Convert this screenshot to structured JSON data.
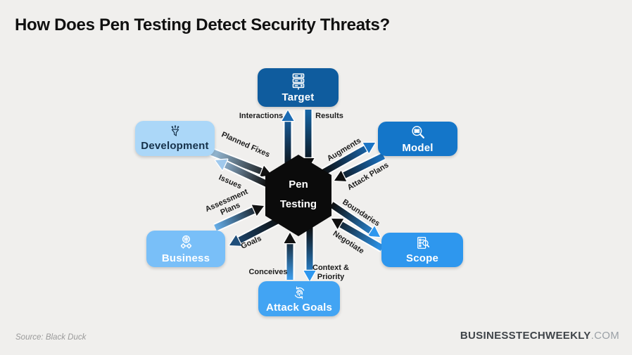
{
  "page": {
    "background": "#f0efed",
    "title": "How Does Pen Testing Detect Security Threats?"
  },
  "footer": {
    "source": "Source: Black Duck",
    "brand": "BUSINESSTECHWEEKLY",
    "brand_suffix": ".COM"
  },
  "diagram": {
    "center": {
      "label": "Pen Testing",
      "color": "#0b0b0b",
      "text_color": "#ffffff",
      "shape": "hexagon"
    },
    "nodes": [
      {
        "id": "target",
        "label": "Target",
        "icon": "server-icon",
        "color": "#0f5c9e",
        "text_color": "#ffffff"
      },
      {
        "id": "model",
        "label": "Model",
        "icon": "magnifier-atom-icon",
        "color": "#1476c9",
        "text_color": "#ffffff"
      },
      {
        "id": "scope",
        "label": "Scope",
        "icon": "checklist-magnifier-icon",
        "color": "#2e97ee",
        "text_color": "#ffffff"
      },
      {
        "id": "attack-goals",
        "label": "Attack Goals",
        "icon": "fingerprint-cycle-icon",
        "color": "#42a4f3",
        "text_color": "#ffffff"
      },
      {
        "id": "business",
        "label": "Business",
        "icon": "brain-gears-icon",
        "color": "#79bff8",
        "text_color": "#ffffff"
      },
      {
        "id": "development",
        "label": "Development",
        "icon": "funnel-icon",
        "color": "#abd7f8",
        "text_color": "#16314a"
      }
    ],
    "flows": [
      {
        "label": "Interactions",
        "from": "Pen Testing",
        "to": "Target"
      },
      {
        "label": "Results",
        "from": "Target",
        "to": "Pen Testing"
      },
      {
        "label": "Planned Fixes",
        "from": "Development",
        "to": "Pen Testing"
      },
      {
        "label": "Issues",
        "from": "Pen Testing",
        "to": "Development"
      },
      {
        "label": "Augments",
        "from": "Pen Testing",
        "to": "Model"
      },
      {
        "label": "Attack Plans",
        "from": "Model",
        "to": "Pen Testing"
      },
      {
        "label": "Boundaries",
        "from": "Pen Testing",
        "to": "Scope"
      },
      {
        "label": "Negotiate",
        "from": "Scope",
        "to": "Pen Testing"
      },
      {
        "label": "Assessment Plans",
        "from": "Business",
        "to": "Pen Testing"
      },
      {
        "label": "Goals",
        "from": "Pen Testing",
        "to": "Business"
      },
      {
        "label": "Conceives",
        "from": "Attack Goals",
        "to": "Pen Testing"
      },
      {
        "label": "Context & Priority",
        "from": "Pen Testing",
        "to": "Attack Goals"
      }
    ],
    "arrow_colors": {
      "dark": "#0d0d0d",
      "blue_dark": "#1b6bb3",
      "blue_mid": "#1b74c4",
      "blue_bright": "#2e97ee",
      "blue_light": "#a5cdef"
    }
  }
}
